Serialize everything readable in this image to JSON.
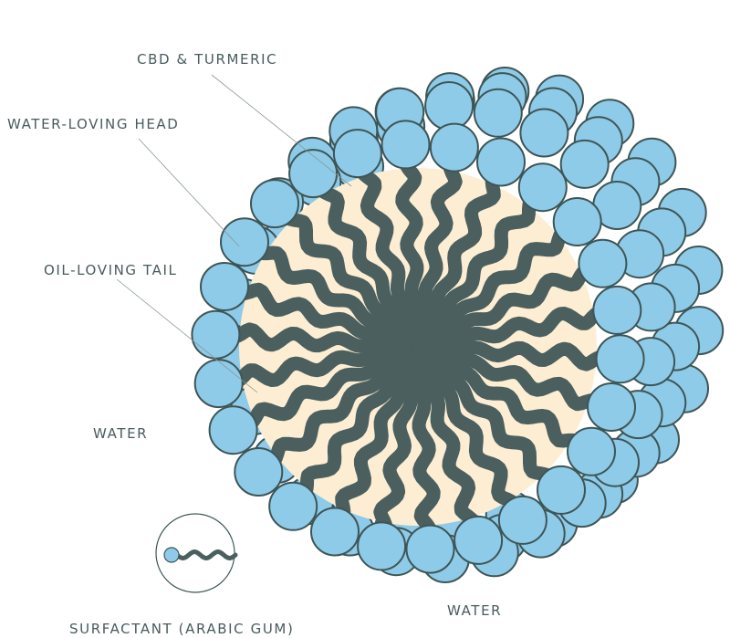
{
  "labels": {
    "cbd": "CBD & TURMERIC",
    "head": "WATER-LOVING HEAD",
    "tail": "OIL-LOVING TAIL",
    "water_left": "WATER",
    "water_bottom": "WATER",
    "surfactant": "SURFACTANT (ARABIC GUM)"
  },
  "colors": {
    "head_fill": "#8ecbe8",
    "head_stroke": "#3e5556",
    "tail": "#4b5f5f",
    "core": "#fdeed3",
    "text": "#4a5b5c",
    "leader": "#8a9595"
  },
  "icons": {
    "legend": "surfactant-molecule-icon"
  }
}
